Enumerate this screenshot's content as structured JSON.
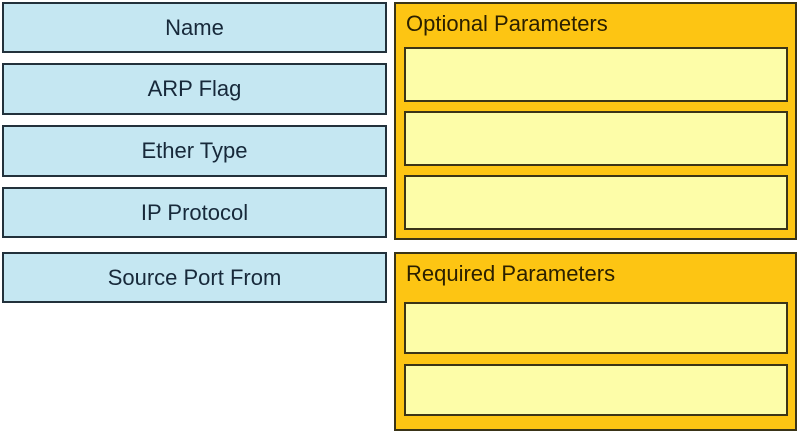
{
  "drag_items": [
    {
      "label": "Name"
    },
    {
      "label": "ARP Flag"
    },
    {
      "label": "Ether Type"
    },
    {
      "label": "IP Protocol"
    },
    {
      "label": "Source Port From"
    }
  ],
  "drop_groups": [
    {
      "title": "Optional Parameters",
      "slot_count": 3,
      "filled_slots": []
    },
    {
      "title": "Required Parameters",
      "slot_count": 2,
      "filled_slots": []
    }
  ],
  "colors": {
    "page_background": "#FFFFFF",
    "drag_item_fill": "#C5E7F2",
    "drag_item_border": "#22313B",
    "drag_item_text": "#17293A",
    "drop_group_fill": "#FDC513",
    "drop_group_border": "#3A3417",
    "drop_group_text": "#2B2000",
    "slot_fill": "#FDFDA8",
    "slot_border": "#3A3417"
  }
}
